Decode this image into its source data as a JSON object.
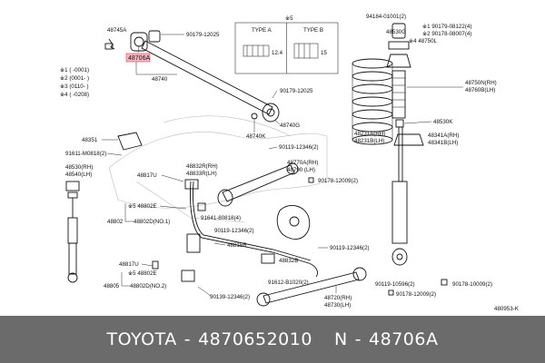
{
  "diagram": {
    "highlighted_part": "48706A",
    "ref_code": "480953-K",
    "type_box": {
      "mark": "※5",
      "type_a": "TYPE A",
      "type_b": "TYPE B",
      "dim_a": "12.4",
      "dim_b": "15"
    },
    "notes": [
      "※1 (      -0001)",
      "※2 (0001-      )",
      "※3 (0110-      )",
      "※4 (      -0208)"
    ],
    "labels": {
      "p48745A": "48745A",
      "p48706A": "48706A",
      "p48740": "48740",
      "p90179_12025a": "90179-12025",
      "p90179_12025b": "90179-12025",
      "p48740G": "48740G",
      "p48740K": "48740K",
      "p48351": "48351",
      "p91611_M0818": "91611-M0818(2)",
      "p48530RH": "48530(RH)",
      "p48540LH": "48540(LH)",
      "p48817U_a": "48817U",
      "p48832R": "48832R(RH)",
      "p48833R": "48833R(LH)",
      "p90119_12346_a": "90119-12346(2)",
      "p48770A": "48770A(RH)",
      "p48790": "48790  (LH)",
      "p90178_12009_a": "90178-12009(2)",
      "p48802E_a": "※5 48802E",
      "p48802": "48802",
      "p48802D_a": "48802D(NO.1)",
      "p91641_80818": "91641-80818(4)",
      "p90119_12346_b": "90119-12346(2)",
      "p48815R": "48815R",
      "p90119_12346_c": "90119-12346(2)",
      "p48832B": "48832B",
      "p48817U_b": "48817U",
      "p48802E_b": "※5 48802E",
      "p48805": "48805",
      "p48802D_b": "48802D(NO.2)",
      "p90139_12346": "90139-12346(2)",
      "p91612_B1020": "91612-B1020(2)",
      "p48720RH": "48720(RH)",
      "p48730LH": "48730(LH)",
      "p90119_10596": "90119-10596(2)",
      "p90178_12009_b": "90178-12009(2)",
      "p90178_10009": "90178-10009(2)",
      "p94184_01001": "94184-01001(2)",
      "p48530G": "48530G",
      "p90179_08122": "※1 90179-08122(4)",
      "p90178_08007": "※2 90178-08007(4)",
      "p48750L": "※4 48750L",
      "p48750N": "48750N(RH)",
      "p48760B": "48760B(LH)",
      "p48530K": "48530K",
      "p48231A": "48231A(RH)",
      "p48231B": "48231B(LH)",
      "p48341A": "48341A(RH)",
      "p48341B": "48341B(LH)"
    }
  },
  "footer": {
    "brand": "TOYOTA",
    "dash1": "-",
    "part_number": "4870652010",
    "prefix": "N",
    "dash2": "-",
    "oem_ref": "48706A"
  }
}
